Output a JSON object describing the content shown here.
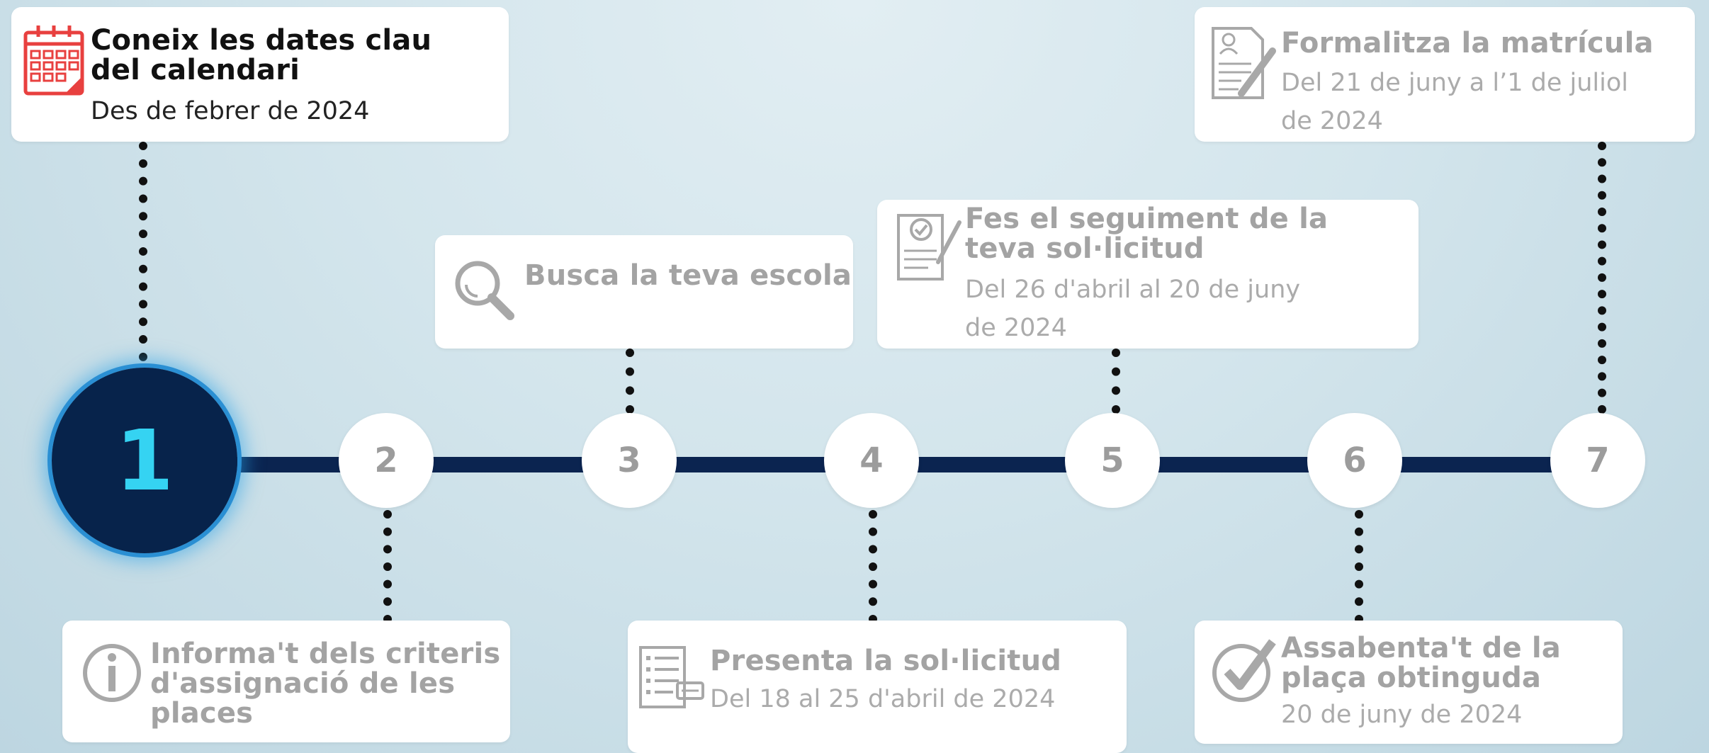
{
  "timeline": {
    "active_step": "1",
    "steps": [
      {
        "number": "1"
      },
      {
        "number": "2"
      },
      {
        "number": "3"
      },
      {
        "number": "4"
      },
      {
        "number": "5"
      },
      {
        "number": "6"
      },
      {
        "number": "7"
      }
    ]
  },
  "cards": {
    "calendar": {
      "title_line1": "Coneix les dates clau",
      "title_line2": "del calendari",
      "date": "Des de febrer de 2024",
      "icon": "calendar-icon"
    },
    "criteria": {
      "title_line1": "Informa't dels criteris",
      "title_line2": "d'assignació de les",
      "title_line3": "places",
      "icon": "info-icon"
    },
    "search": {
      "title": "Busca la teva escola",
      "icon": "search-icon"
    },
    "submit": {
      "title": "Presenta la sol·licitud",
      "date": "Del 18 al 25 d'abril de 2024",
      "icon": "form-icon"
    },
    "tracking": {
      "title_line1": "Fes el seguiment de la",
      "title_line2": "teva sol·licitud",
      "date_line1": "Del 26 d'abril al 20 de juny",
      "date_line2": "de 2024",
      "icon": "checklist-icon"
    },
    "result": {
      "title_line1": "Assabenta't de la",
      "title_line2": "plaça obtinguda",
      "date": "20 de juny de 2024",
      "icon": "checkmark-icon"
    },
    "enrol": {
      "title": "Formalitza la matrícula",
      "date_line1": "Del 21 de juny a l’1 de juliol",
      "date_line2": "de 2024",
      "icon": "document-edit-icon"
    }
  },
  "colors": {
    "track": "#0b2450",
    "active_circle": "#07234b",
    "active_number": "#35d3f2",
    "inactive_text": "#a3a3a3",
    "calendar_icon": "#e8403f"
  }
}
